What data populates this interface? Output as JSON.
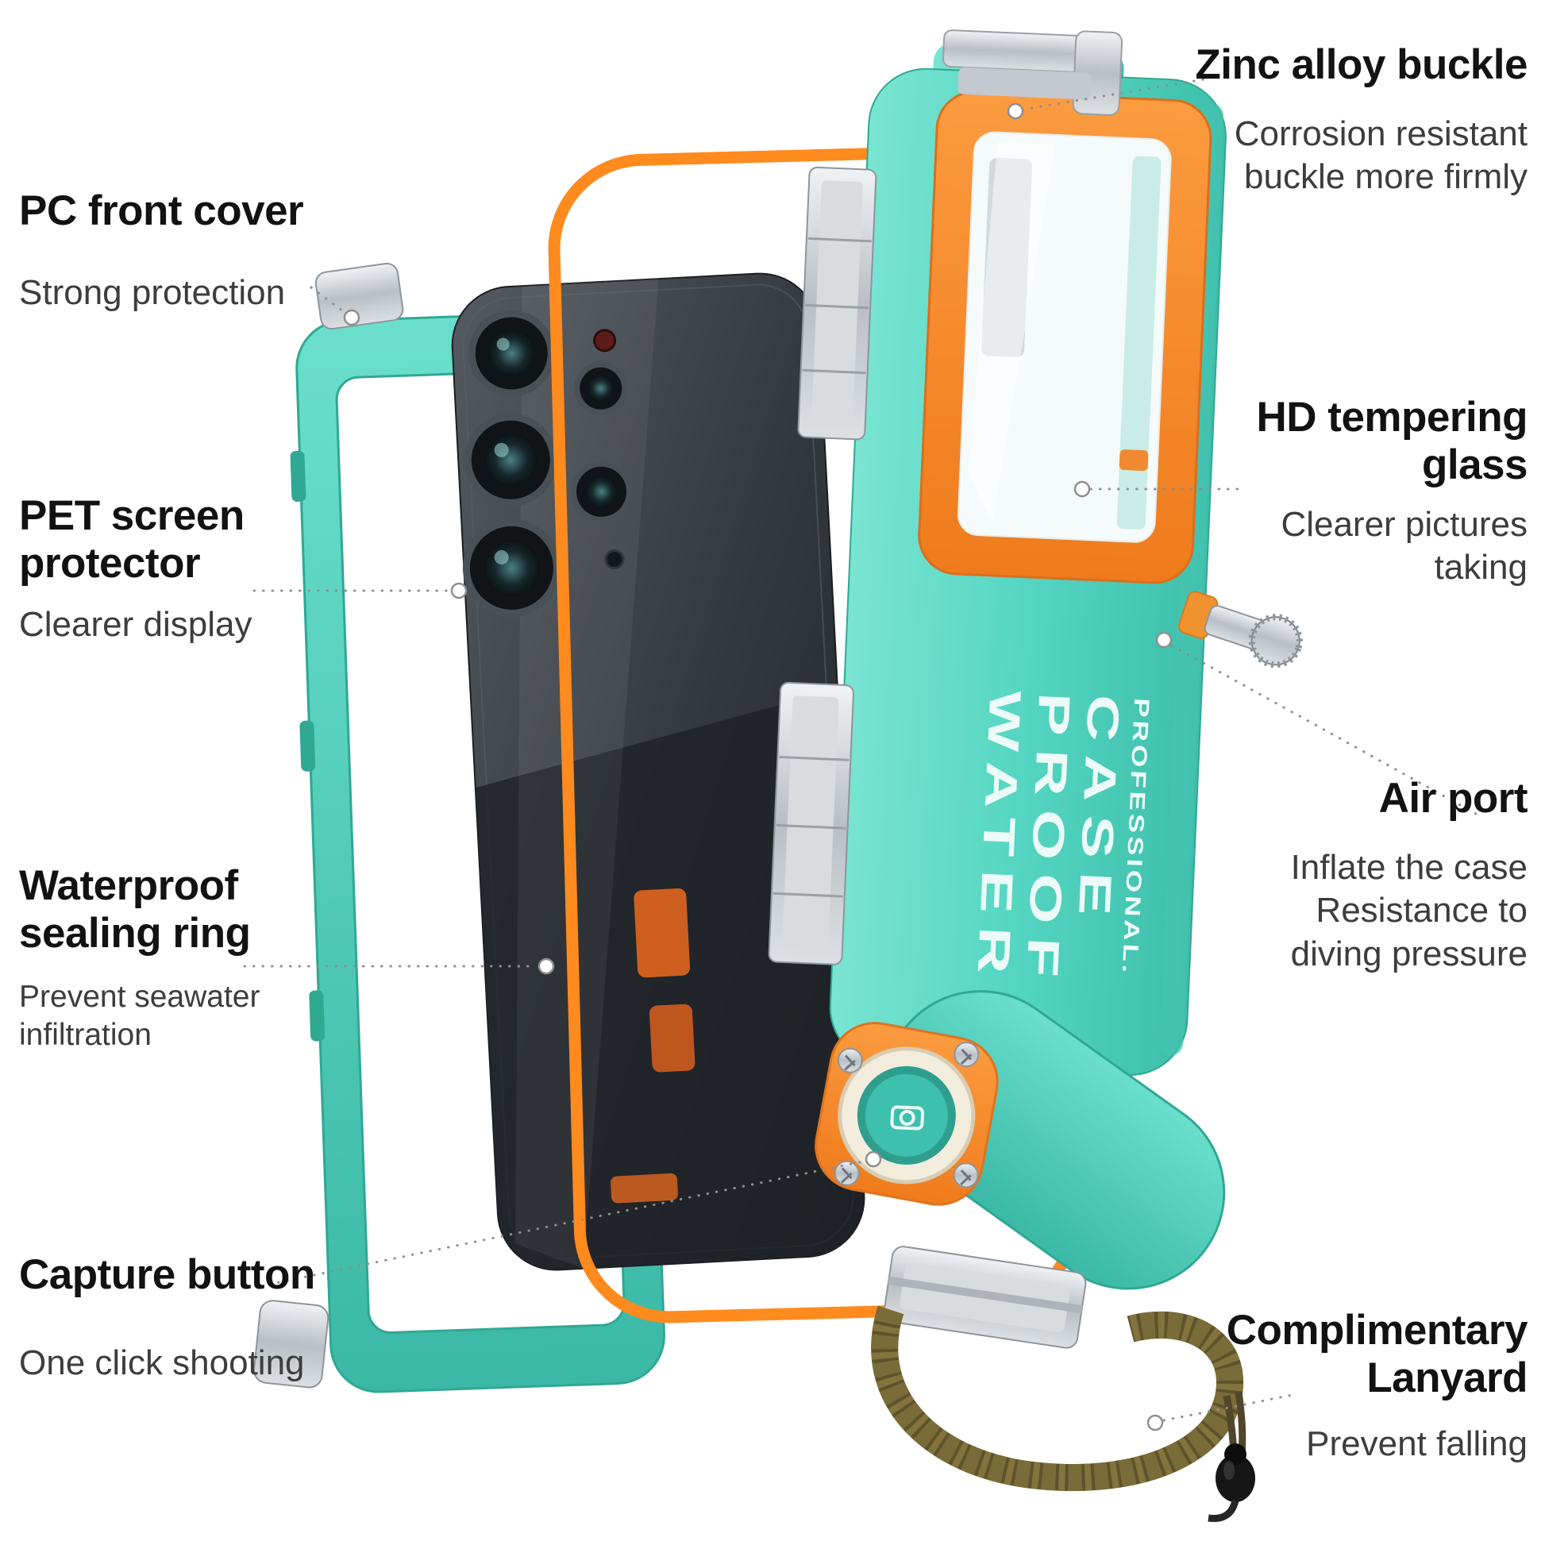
{
  "page": {
    "title": "Waterproof diving phone case feature infographic"
  },
  "colors": {
    "teal": "#55D6C2",
    "teal_dark": "#3EBCA9",
    "orange": "#F8862B",
    "orange_ring": "#FF8A1E",
    "title_text": "#121212",
    "desc_text": "#3D3D3D",
    "leader_line": "#8F8F8F",
    "lanyard_olive": "#6B5F31",
    "phone_dark": "#33383D"
  },
  "callouts": [
    {
      "id": "zinc-alloy-buckle",
      "title": "Zinc alloy buckle",
      "description": "Corrosion resistant\nbuckle more firmly"
    },
    {
      "id": "pc-front-cover",
      "title": "PC front cover",
      "description": "Strong protection"
    },
    {
      "id": "hd-tempering-glass",
      "title": "HD tempering\nglass",
      "description": "Clearer pictures\ntaking"
    },
    {
      "id": "pet-screen-protector",
      "title": "PET screen\nprotector",
      "description": "Clearer display"
    },
    {
      "id": "air-port",
      "title": "Air port",
      "description": "Inflate the case\nResistance to\ndiving pressure"
    },
    {
      "id": "waterproof-sealing-ring",
      "title": "Waterproof\nsealing ring",
      "description": "Prevent seawater\ninfiltration"
    },
    {
      "id": "capture-button",
      "title": "Capture button",
      "description": "One click shooting"
    },
    {
      "id": "complimentary-lanyard",
      "title": "Complimentary\nLanyard",
      "description": "Prevent falling"
    }
  ],
  "product": {
    "print_words": [
      "WATER",
      "PROOF",
      "CASE"
    ],
    "print_sub": "PROFESSIONAL."
  }
}
